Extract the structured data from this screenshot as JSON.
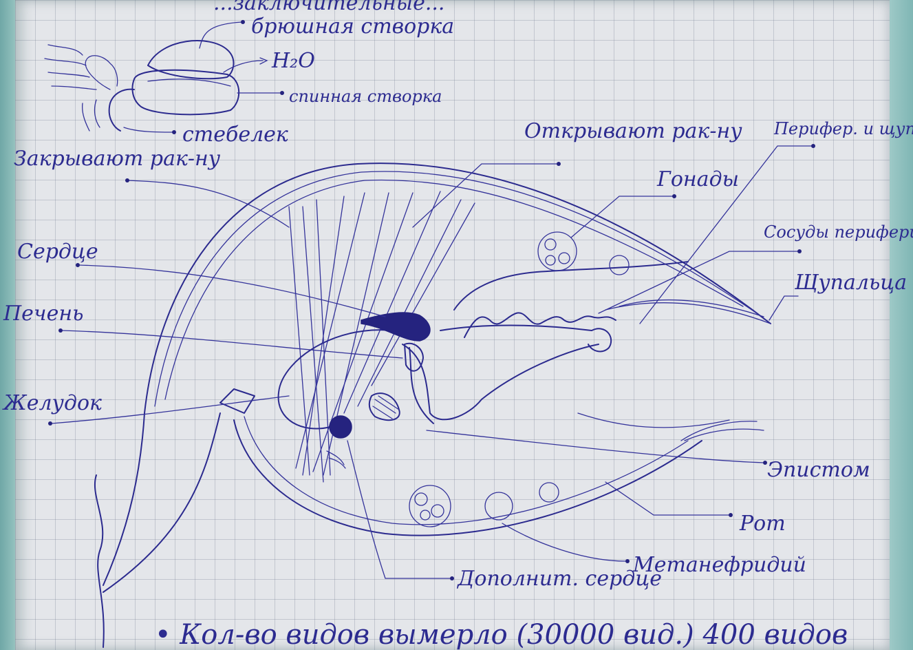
{
  "diagram": {
    "labels": {
      "ventral_valve": "брюшная створка",
      "water": "H₂O",
      "dorsal_valve": "спинная створка",
      "stalk": "стебелек",
      "close_shell": "Закрывают рак-ну",
      "open_shell": "Открывают рак-ну",
      "heart": "Сердце",
      "gonads": "Гонады",
      "liver": "Печень",
      "stomach": "Желудок",
      "tentacles": "Щупальца",
      "mouth": "Рот",
      "metanephridia": "Метанефридий",
      "accessory_heart": "Дополнит. сердце"
    },
    "top_fragment": "...заключительные...",
    "top_right_note": "Перифер. и щупальце щупальца",
    "right_note_2": "Сосуды периферии",
    "right_note_3": "Эпистом",
    "bottom_note": "• Кол-во видов вымерло (30000 вид.) 400 видов"
  }
}
